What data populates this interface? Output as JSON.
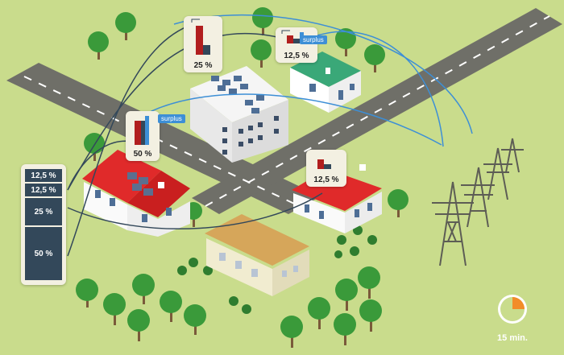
{
  "consumption_stack": {
    "segments": [
      {
        "label": "12,5 %"
      },
      {
        "label": "12,5 %"
      },
      {
        "label": "25 %"
      },
      {
        "label": "50 %"
      }
    ]
  },
  "buildings": {
    "apartment_block": {
      "share": "25 %"
    },
    "green_roof_house": {
      "share": "12,5 %",
      "tag": "surplus"
    },
    "solar_house": {
      "share": "50 %",
      "tag": "surplus"
    },
    "corner_house": {
      "share": "12,5 %"
    }
  },
  "timer": {
    "label": "15 min."
  },
  "colors": {
    "grass": "#c9dc8c",
    "road": "#6e6e66",
    "roof_red": "#e02a2a",
    "roof_green": "#3aa878",
    "bar_navy": "#33485a",
    "bar_red": "#b11e1e",
    "flow_blue": "#3d8fd6",
    "timer_orange": "#f28c28"
  }
}
